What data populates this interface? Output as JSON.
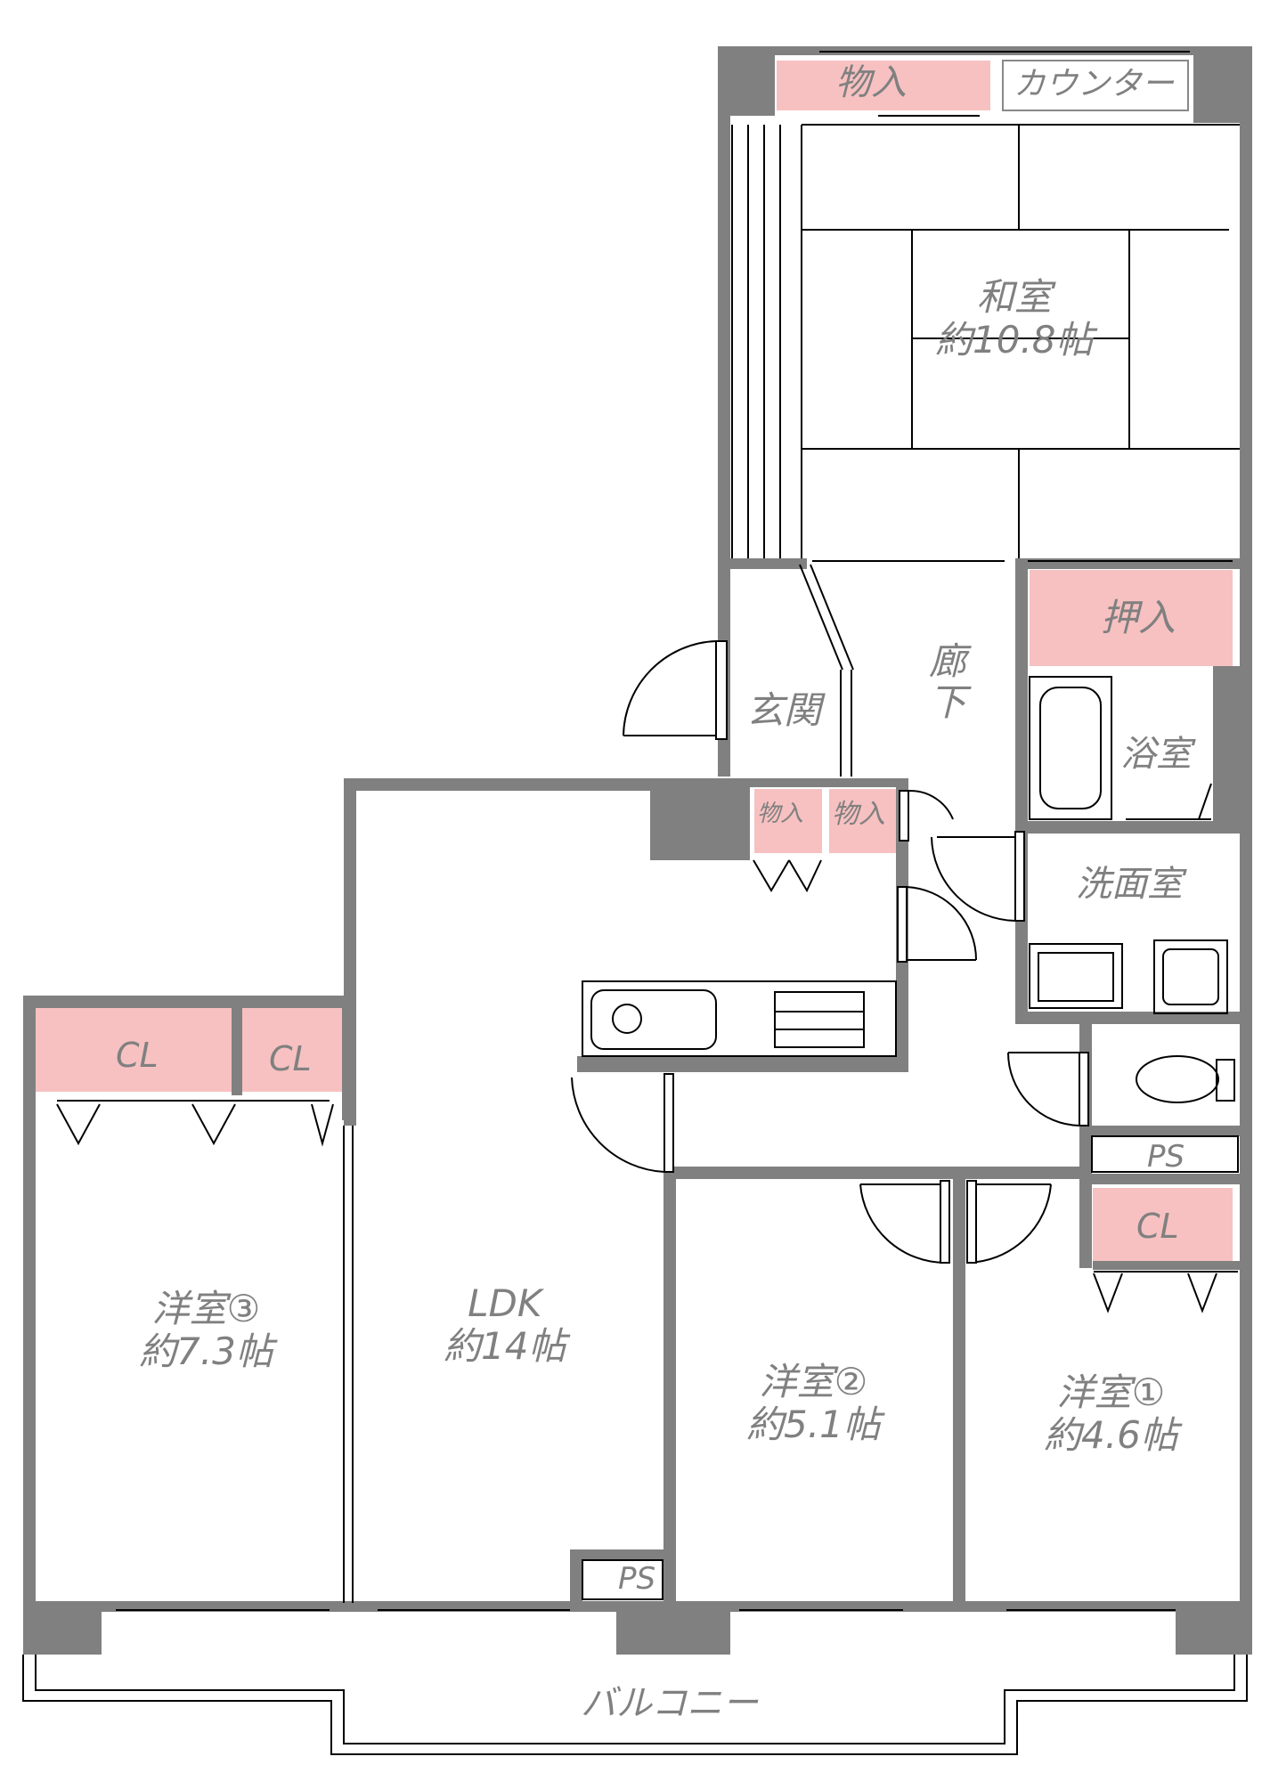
{
  "colors": {
    "wall": "#808080",
    "storage": "#f7c1c1",
    "text": "#808080",
    "line": "#000000"
  },
  "rooms": {
    "washitsu": {
      "name": "和室",
      "area": "約10.8帖"
    },
    "ldk": {
      "name": "LDK",
      "area": "約14帖"
    },
    "yoshitsu3": {
      "name": "洋室③",
      "area": "約7.3帖"
    },
    "yoshitsu2": {
      "name": "洋室②",
      "area": "約5.1帖"
    },
    "yoshitsu1": {
      "name": "洋室①",
      "area": "約4.6帖"
    }
  },
  "labels": {
    "mono_top": "物入",
    "counter": "カウンター",
    "oshiire": "押入",
    "genkan": "玄関",
    "roka": "廊下",
    "yokushitsu": "浴室",
    "senmen": "洗面室",
    "mono_small1": "物入",
    "mono_small2": "物入",
    "cl_left1": "CL",
    "cl_left2": "CL",
    "cl_right": "CL",
    "ps_right": "PS",
    "ps_bottom": "PS",
    "balcony": "バルコニー"
  }
}
